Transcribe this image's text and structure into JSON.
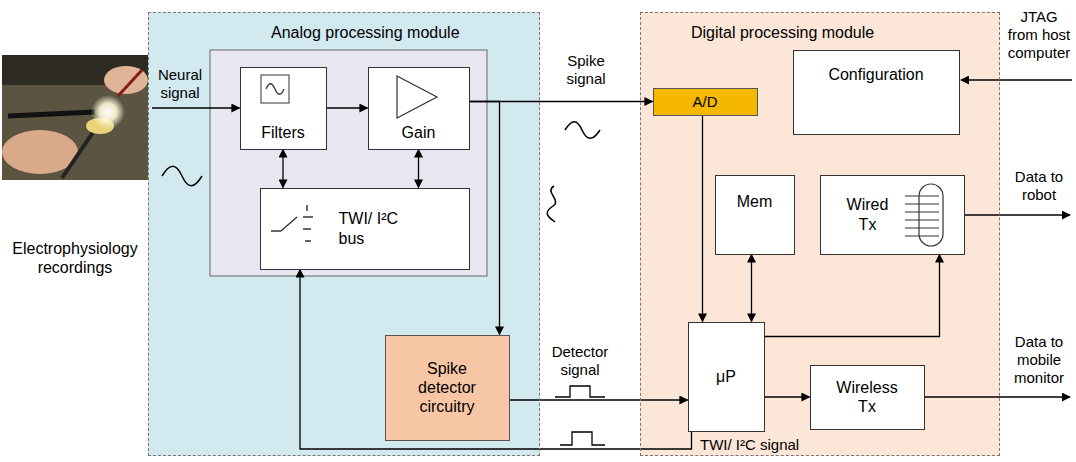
{
  "diagram": {
    "nodes": [
      {
        "text": [
          "Electrophysiology recordings"
        ]
      },
      {
        "text": [
          "Analog processing module"
        ]
      },
      {
        "text": [
          "Filters"
        ],
        "in": 1
      },
      {
        "text": [
          "Gain"
        ],
        "in": 1
      },
      {
        "text": [
          "TWI/ I²C bus"
        ],
        "in": 1
      },
      {
        "text": [
          "Spike detector circuitry"
        ],
        "in": 1
      },
      {
        "text": [
          "Digital processing module"
        ]
      },
      {
        "text": [
          "A/D"
        ],
        "in": 6
      },
      {
        "text": [
          "Configuration"
        ],
        "in": 6
      },
      {
        "text": [
          "Mem"
        ],
        "in": 6
      },
      {
        "text": [
          "Wired Tx"
        ],
        "in": 6
      },
      {
        "text": [
          "μP"
        ],
        "in": 6
      },
      {
        "text": [
          "Wireless Tx"
        ],
        "in": 6
      }
    ],
    "edges": [
      {
        "from": 0,
        "to": 2,
        "label": "Neural signal",
        "arrow": "to"
      },
      {
        "from": 2,
        "to": 3,
        "arrow": "to"
      },
      {
        "from": 2,
        "to": 4,
        "arrow": "both"
      },
      {
        "from": 3,
        "to": 4,
        "arrow": "both"
      },
      {
        "from": 3,
        "to": 7,
        "label": "Spike signal",
        "arrow": "to"
      },
      {
        "from": 3,
        "to": 5,
        "arrow": "to"
      },
      {
        "from": 7,
        "to": 11,
        "arrow": "to"
      },
      {
        "from": 9,
        "to": 11,
        "arrow": "both"
      },
      {
        "from": 11,
        "to": 10,
        "arrow": "to"
      },
      {
        "from": 11,
        "to": 12,
        "arrow": "to"
      },
      {
        "from": 5,
        "to": 11,
        "label": "Detector signal",
        "arrow": "to"
      },
      {
        "from": 11,
        "to": 4,
        "label": "TWI/ I²C signal",
        "arrow": "to"
      }
    ],
    "labels": [
      "JTAG from host computer",
      "Data to robot",
      "Data to mobile monitor"
    ]
  }
}
